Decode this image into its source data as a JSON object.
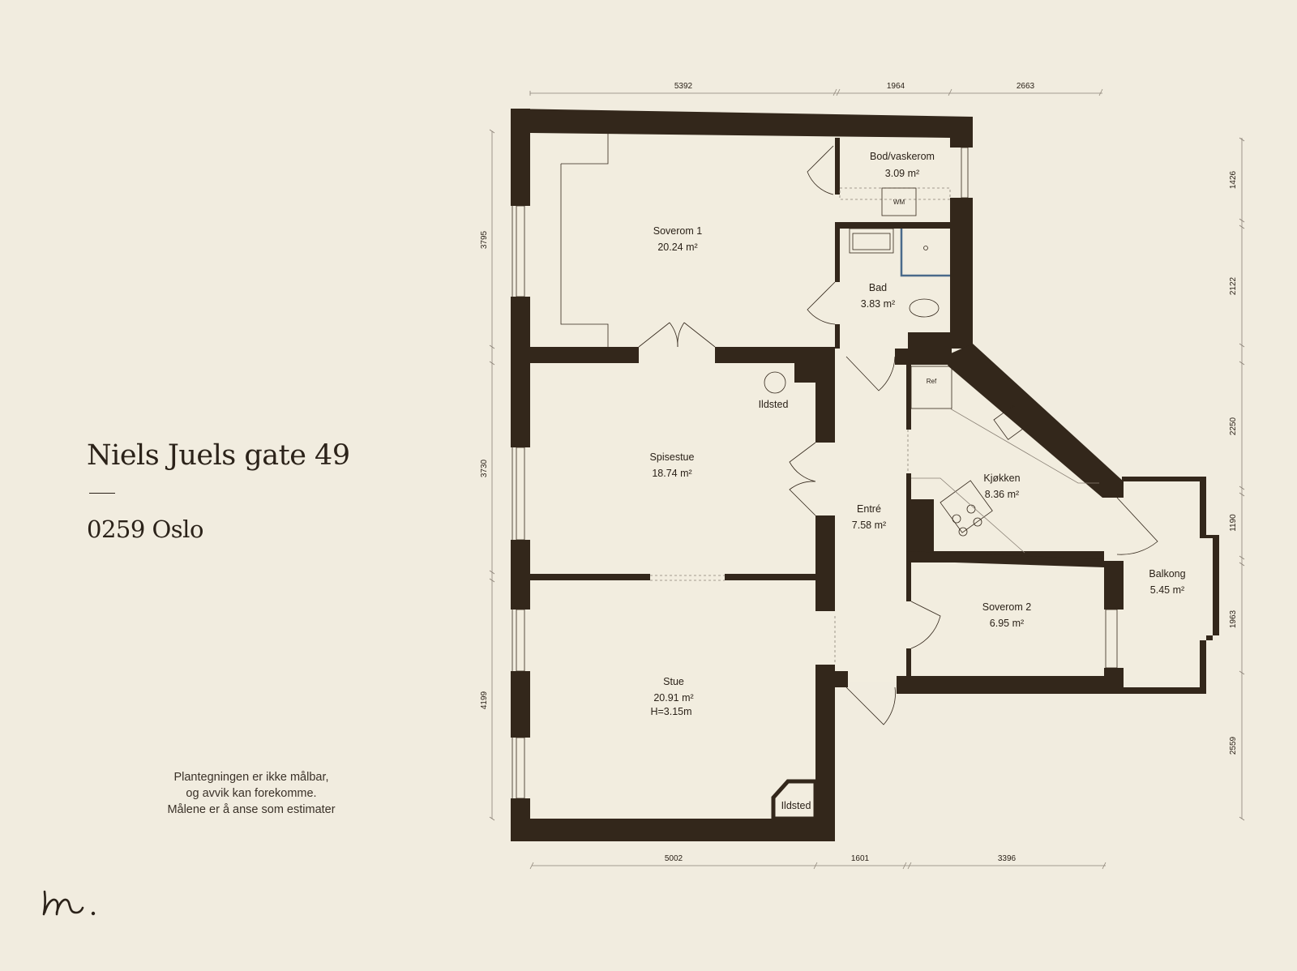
{
  "listing": {
    "address": "Niels Juels gate 49",
    "city": "0259 Oslo"
  },
  "disclaimer": [
    "Plantegningen er ikke målbar,",
    "og avvik kan forekomme.",
    "Målene er å anse som estimater"
  ],
  "rooms": {
    "soverom1": {
      "name": "Soverom 1",
      "area": "20.24 m²"
    },
    "bod": {
      "name": "Bod/vaskerom",
      "area": "3.09 m²"
    },
    "bad": {
      "name": "Bad",
      "area": "3.83 m²"
    },
    "spisestue": {
      "name": "Spisestue",
      "area": "18.74 m²"
    },
    "entre": {
      "name": "Entré",
      "area": "7.58 m²"
    },
    "kjokken": {
      "name": "Kjøkken",
      "area": "8.36 m²"
    },
    "balkong": {
      "name": "Balkong",
      "area": "5.45 m²"
    },
    "soverom2": {
      "name": "Soverom 2",
      "area": "6.95 m²"
    },
    "stue": {
      "name": "Stue",
      "area": "20.91 m²",
      "height": "H=3.15m"
    }
  },
  "labels": {
    "fireplace": "Ildsted",
    "washer": "WM",
    "fridge": "Ref"
  },
  "dimensions": {
    "top": [
      "5392",
      "1964",
      "2663"
    ],
    "bottom": [
      "5002",
      "1601",
      "3396"
    ],
    "left": [
      "3795",
      "3730",
      "4199"
    ],
    "right": [
      "1426",
      "2122",
      "2250",
      "1190",
      "1963",
      "2559"
    ]
  },
  "colors": {
    "background": "#f1ecdf",
    "wall": "#33271b",
    "floor": "#f2eddf",
    "shower_line": "#4a6a8a"
  }
}
